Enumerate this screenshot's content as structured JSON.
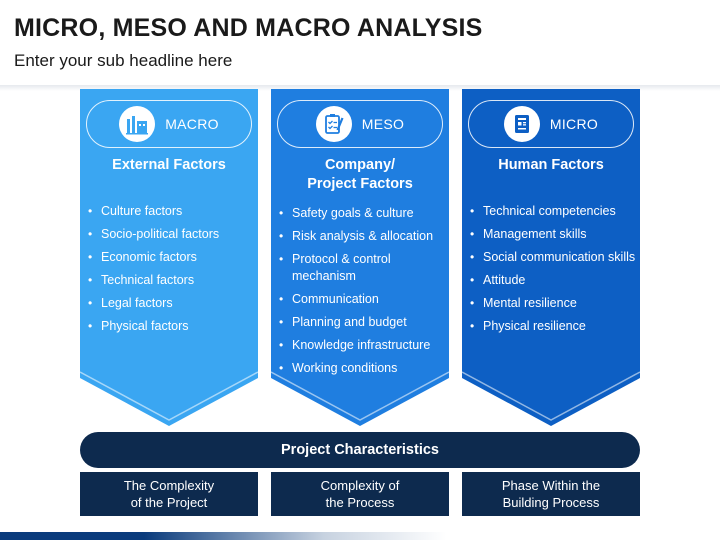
{
  "title": "MICRO, MESO AND MACRO ANALYSIS",
  "subtitle": "Enter your sub headline here",
  "colors": {
    "macro": "#3aa6f2",
    "meso": "#1f7ee0",
    "micro": "#0d5fc4",
    "navy": "#0d2a4e"
  },
  "columns": [
    {
      "label": "MACRO",
      "icon": "factory-icon",
      "heading": "External Factors",
      "items": [
        "Culture factors",
        "Socio-political factors",
        "Economic factors",
        "Technical factors",
        "Legal factors",
        "Physical factors"
      ]
    },
    {
      "label": "MESO",
      "icon": "checklist-pen-icon",
      "heading": "Company/\nProject Factors",
      "items": [
        "Safety goals & culture",
        "Risk analysis & allocation",
        "Protocol & control mechanism",
        "Communication",
        "Planning and budget",
        "Knowledge infrastructure",
        "Working conditions"
      ]
    },
    {
      "label": "MICRO",
      "icon": "id-card-icon",
      "heading": "Human Factors",
      "items": [
        "Technical competencies",
        "Management skills",
        "Social communication skills",
        "Attitude",
        "Mental resilience",
        "Physical resilience"
      ]
    }
  ],
  "bar_label": "Project Characteristics",
  "boxes": [
    "The Complexity\nof the Project",
    "Complexity of\nthe Process",
    "Phase Within the\nBuilding Process"
  ]
}
